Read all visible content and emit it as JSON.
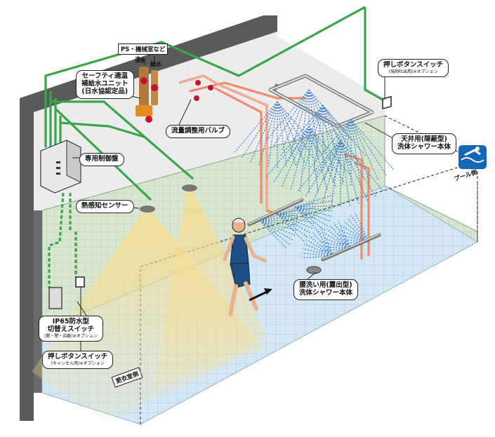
{
  "labels": {
    "ps_room": "PS・機械室など",
    "hot_water": "温水",
    "cold_water": "給水",
    "safety_unit": [
      "セーフティ適温",
      "補給水ユニット",
      "(日水協認定品)"
    ],
    "flow_valve": "流量調整用バルブ",
    "control_panel": "専用制御盤",
    "heat_sensor": "熱感知センサー",
    "push_button_top": "押しボタンスイッチ",
    "push_button_top_sub": "(強制吐出用)※オプション",
    "ceiling_shower": [
      "天井用(隠蔽型)",
      "洗体シャワー本体"
    ],
    "pool_side": "プール側",
    "waist_shower": [
      "腰洗い用(露出型)",
      "洗体シャワー本体"
    ],
    "ip65_switch": [
      "IP65防水型",
      "切替えスイッチ"
    ],
    "ip65_switch_sub": "(開・閉・自動)※オプション",
    "push_button_bottom": "押しボタンスイッチ",
    "push_button_bottom_sub": "(キャンセル用)※オプション",
    "locker_side": "更衣室側"
  },
  "colors": {
    "hot_pipe": "#f08a6a",
    "cold_pipe": "#3aa64a",
    "spray": "#3c7fd0",
    "wall": "#d4e4cf",
    "floor": "#cfe6f2",
    "dark_wall": "#5a5a5a",
    "sensor_beam": "#f5d58a"
  }
}
